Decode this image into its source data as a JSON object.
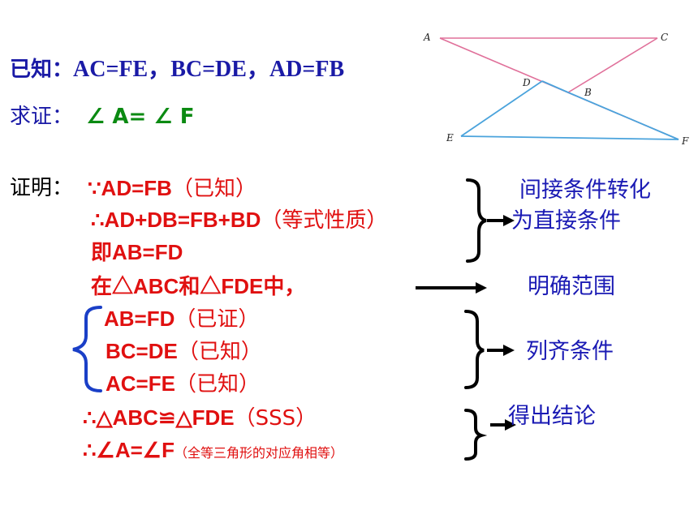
{
  "given": {
    "label": "已知：",
    "text": "AC=FE，BC=DE，AD=FB"
  },
  "prove": {
    "label": "求证：",
    "text": "∠ A= ∠ F"
  },
  "proof": {
    "label": "证明：",
    "lines": [
      {
        "text": "∵AD=FB",
        "note": "（已知）"
      },
      {
        "text": "∴AD+DB=FB+BD",
        "note": "（等式性质）"
      },
      {
        "text": "即AB=FD",
        "note": ""
      },
      {
        "text": "在△ABC和△FDE中，",
        "note": ""
      },
      {
        "text": "AB=FD",
        "note": "（已证）"
      },
      {
        "text": "BC=DE",
        "note": "（已知）"
      },
      {
        "text": "AC=FE",
        "note": "（已知）"
      },
      {
        "text": "∴△ABC≌△FDE",
        "note": "（SSS）"
      },
      {
        "text": "∴∠A=∠F",
        "note": "（全等三角形的对应角相等）"
      }
    ]
  },
  "annotations": {
    "indirect_1": "间接条件转化",
    "indirect_2": "为直接条件",
    "scope": "明确范围",
    "list": "列齐条件",
    "conclude": "得出结论"
  },
  "figure": {
    "points": {
      "A": "A",
      "B": "B",
      "C": "C",
      "D": "D",
      "E": "E",
      "F": "F"
    },
    "colors": {
      "triangle_abc": "#e0709a",
      "triangle_fde": "#4aa3dc"
    }
  },
  "colors": {
    "given": "#1a1aa6",
    "goal": "#0b8a12",
    "steps": "#e01010",
    "annotations": "#1a1ab4"
  }
}
